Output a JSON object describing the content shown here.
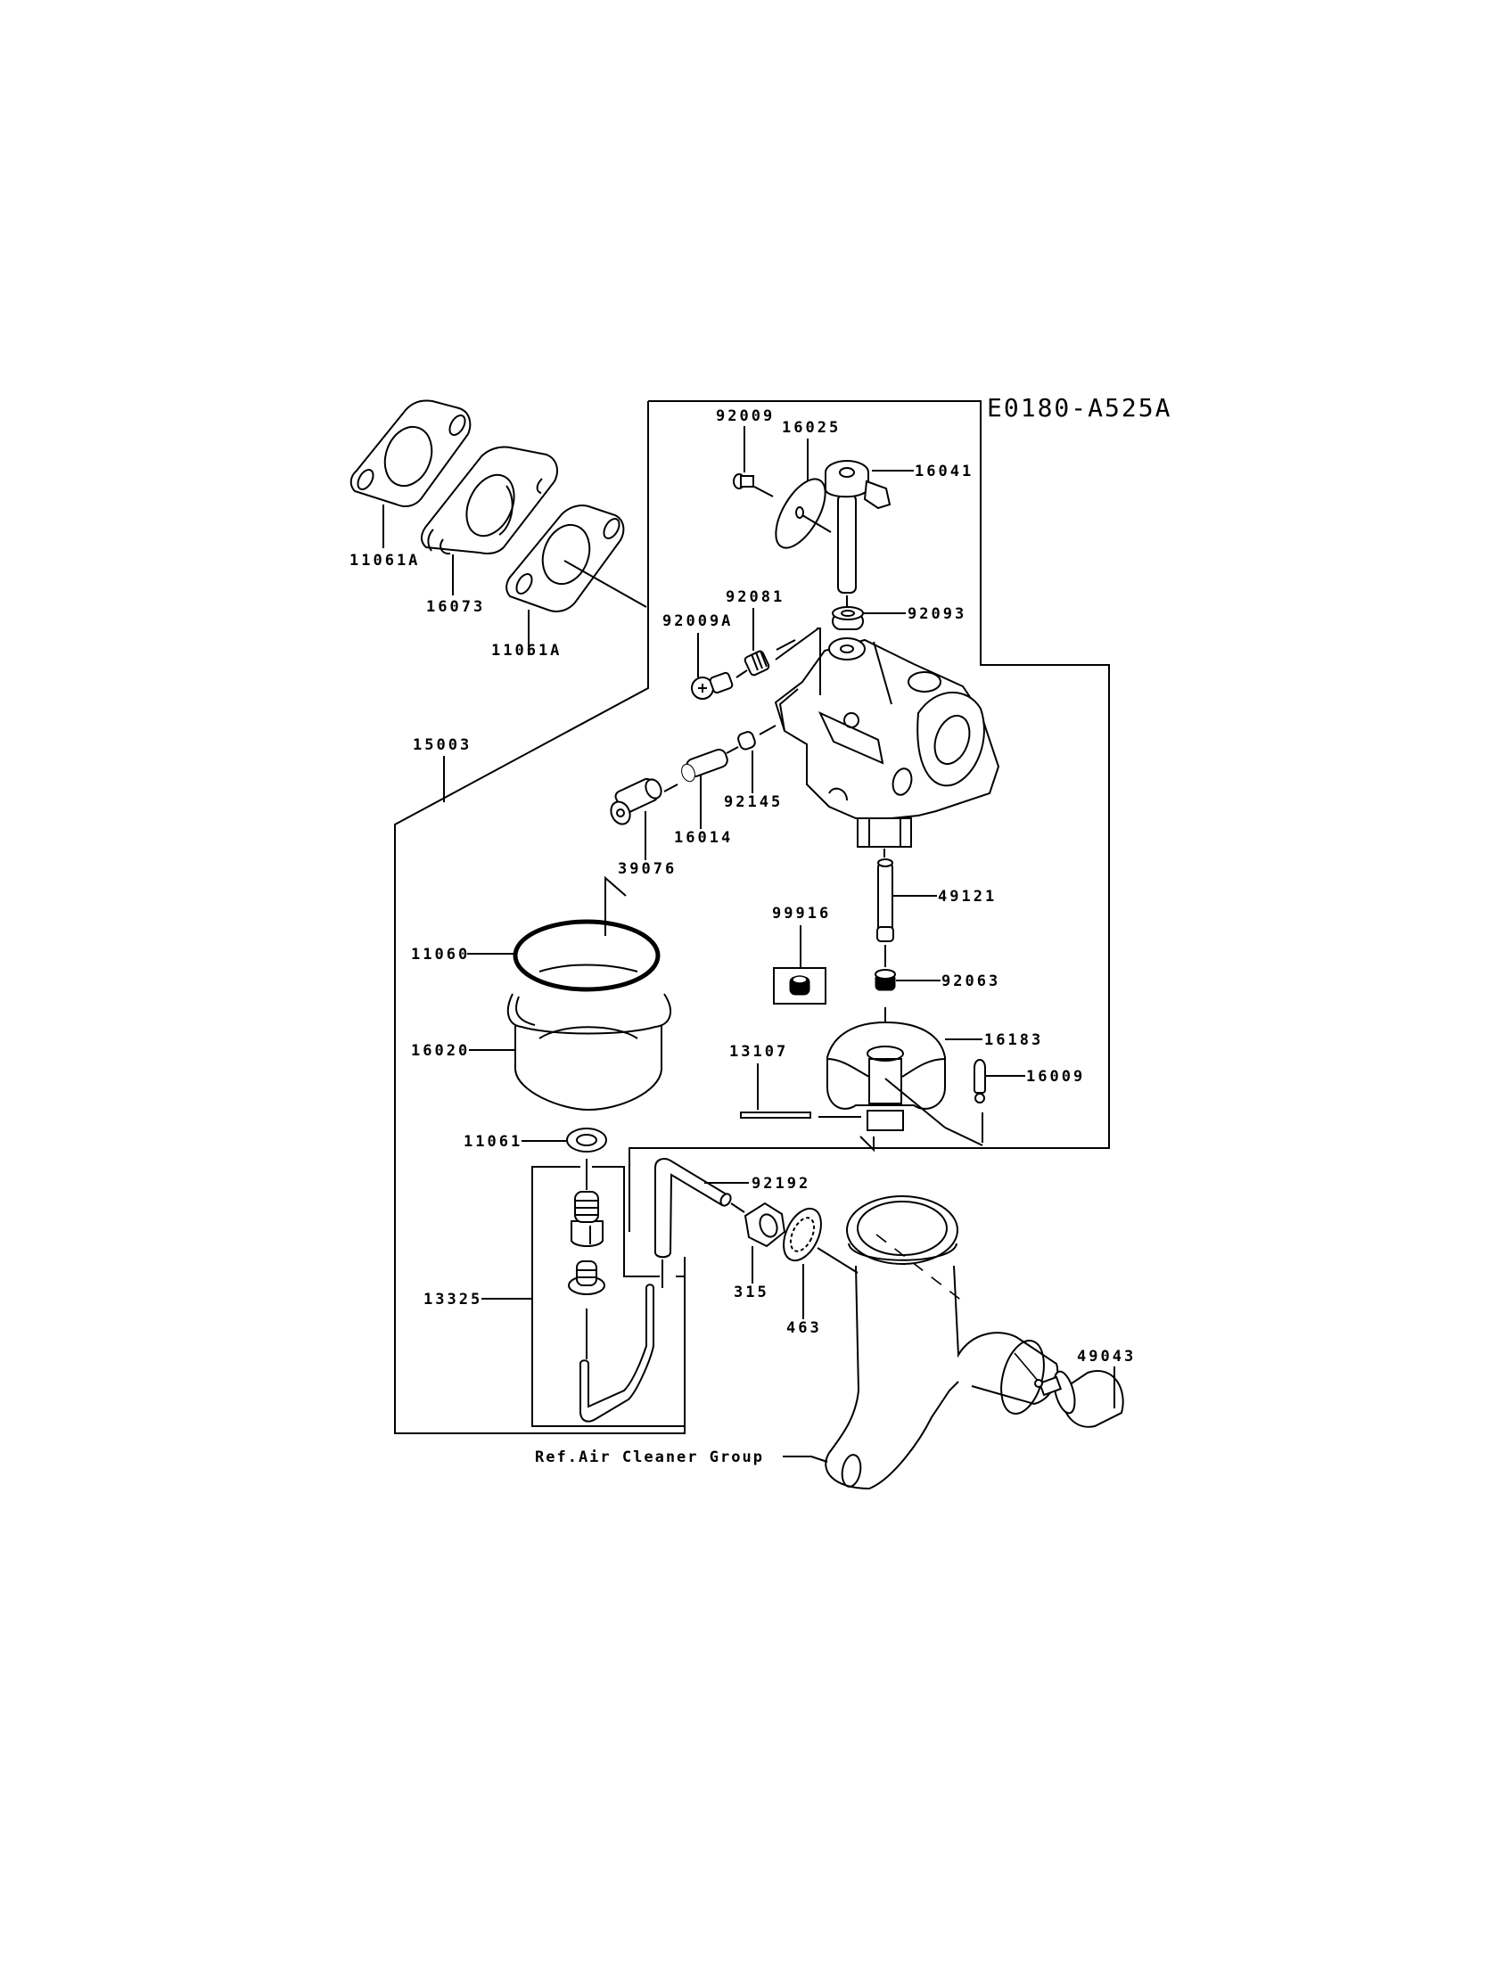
{
  "diagram": {
    "code": "E0180-A525A",
    "reference_note": "Ref.Air Cleaner Group",
    "parts": {
      "gasket_outer": "11061A",
      "insulator": "16073",
      "gasket_inner": "11061A",
      "screw_choke": "92009",
      "choke_plate": "16025",
      "choke_shaft": "16041",
      "seal_92093": "92093",
      "spring_92081": "92081",
      "screw_92009a": "92009A",
      "carburetor": "15003",
      "spring_92145": "92145",
      "pilot_screw": "16014",
      "cap_39076": "39076",
      "oring_11060": "11060",
      "float_chamber": "16020",
      "main_nozzle": "49121",
      "jet_99916": "99916",
      "main_jet_92063": "92063",
      "float": "16183",
      "float_pin": "13107",
      "needle_valve": "16009",
      "gasket_11061": "11061",
      "drain_13325": "13325",
      "tube_92192": "92192",
      "nut_315": "315",
      "washer_463": "463",
      "solenoid_49043": "49043"
    }
  }
}
